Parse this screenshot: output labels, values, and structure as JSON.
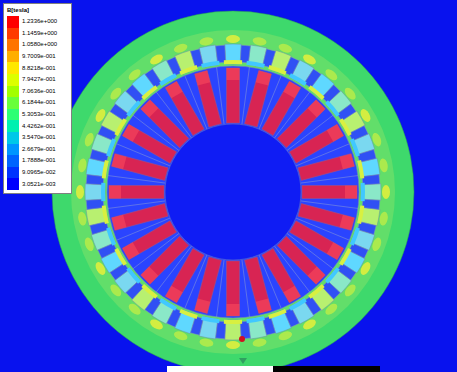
{
  "diagram": {
    "labels": [
      "B[tesla]"
    ],
    "legend": [
      {
        "text": "1.2336e+000",
        "color": "#ff0000"
      },
      {
        "text": "1.1459e+000",
        "color": "#ff3a00"
      },
      {
        "text": "1.0580e+000",
        "color": "#ff7400"
      },
      {
        "text": "9.7009e-001",
        "color": "#ffae00"
      },
      {
        "text": "8.8218e-001",
        "color": "#ffe800"
      },
      {
        "text": "7.9427e-001",
        "color": "#dcff00"
      },
      {
        "text": "7.0636e-001",
        "color": "#a2ff00"
      },
      {
        "text": "6.1844e-001",
        "color": "#68ff3a"
      },
      {
        "text": "5.3053e-001",
        "color": "#2eff74"
      },
      {
        "text": "4.4262e-001",
        "color": "#00f0b0"
      },
      {
        "text": "3.5470e-001",
        "color": "#00c8e8"
      },
      {
        "text": "2.6679e-001",
        "color": "#0096ff"
      },
      {
        "text": "1.7888e-001",
        "color": "#0064ff"
      },
      {
        "text": "9.0965e-002",
        "color": "#0032ff"
      },
      {
        "text": "3.0521e-003",
        "color": "#0000ff"
      }
    ]
  }
}
